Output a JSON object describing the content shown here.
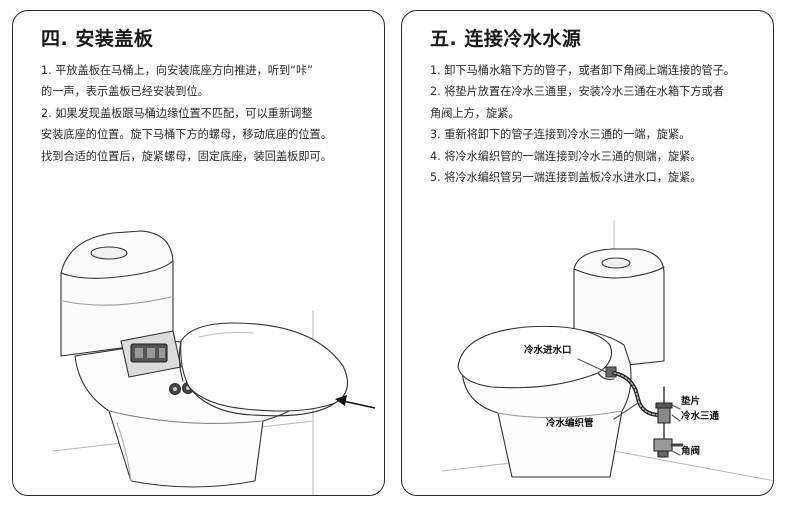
{
  "left_panel": {
    "title": "四. 安装盖板",
    "lines": [
      "1. 平放盖板在马桶上，向安装底座方向推进，听到“咔”",
      "的一声，表示盖板已经安装到位。",
      "2. 如果发现盖板跟马桶边缘位置不匹配，可以重新调整",
      "安装底座的位置。旋下马桶下方的螺母，移动底座的位置。",
      "找到合适的位置后，旋紧螺母，固定底座，装回盖板即可。"
    ]
  },
  "right_panel": {
    "title": "五. 连接冷水水源",
    "lines": [
      "1. 卸下马桶水箱下方的管子，或者卸下角阀上端连接的管子。",
      "2. 将垫片放置在冷水三通里，安装冷水三通在水箱下方或者",
      "角阀上方，旋紧。",
      "3. 重新将卸下的管子连接到冷水三通的一端，旋紧。",
      "4. 将冷水编织管的一端连接到冷水三通的侧端，旋紧。",
      "5. 将冷水编织管另一端连接到盖板冷水进水口，旋紧。"
    ],
    "labels": {
      "inlet": "冷水进水口",
      "gasket": "垫片",
      "tee": "冷水三通",
      "hose": "冷水编织管",
      "valve": "角阀"
    }
  },
  "colors": {
    "border": "#2a2a2a",
    "line_art": "#333333",
    "shade": "#e6e6e6"
  }
}
